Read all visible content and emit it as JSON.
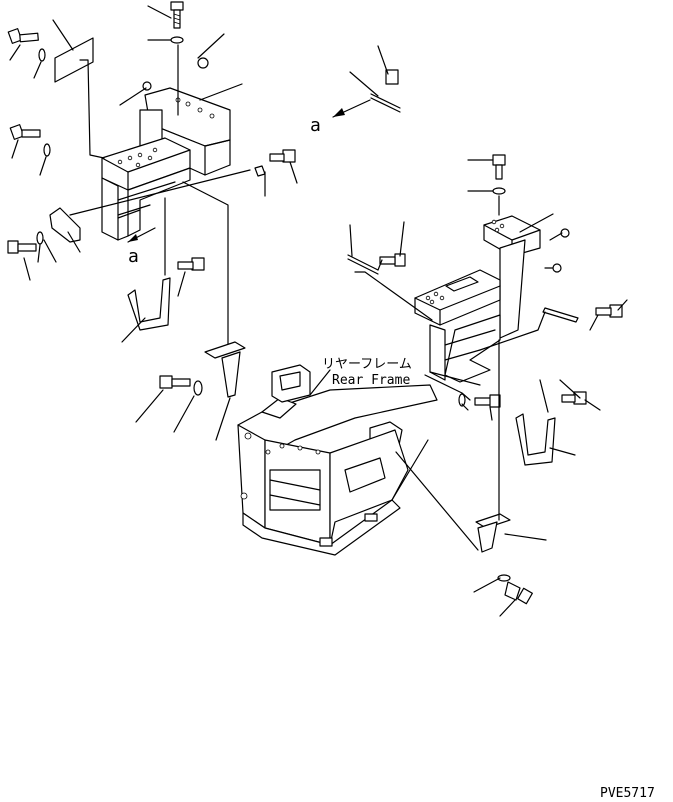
{
  "view_labels": {
    "a_top": "a",
    "a_left": "a"
  },
  "callout_jp": "リヤーフレーム",
  "callout_en": "Rear Frame",
  "drawing_code": "PVE5717"
}
